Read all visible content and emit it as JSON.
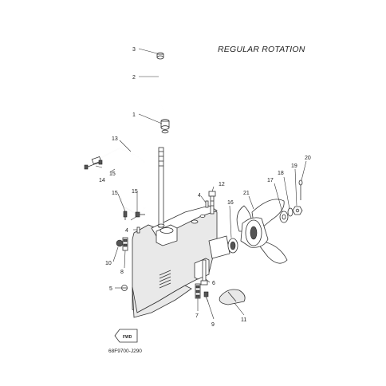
{
  "diagram": {
    "title": "REGULAR ROTATION",
    "code": "68F9700-J290",
    "fwd_label": "FWD",
    "callouts": [
      "1",
      "2",
      "3",
      "4",
      "4",
      "5",
      "6",
      "7",
      "8",
      "9",
      "10",
      "11",
      "12",
      "13",
      "14",
      "15",
      "15",
      "15",
      "16",
      "17",
      "18",
      "19",
      "20",
      "21"
    ]
  }
}
